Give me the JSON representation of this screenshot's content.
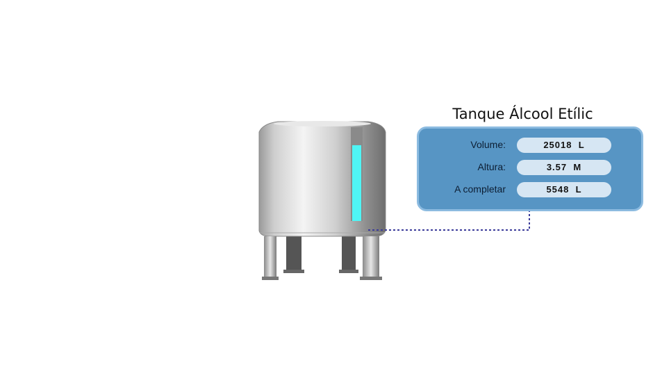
{
  "tank": {
    "title": "Tanque Álcool Etílic",
    "level_fraction": 0.82,
    "gauge_color": "#4ff5f5",
    "panel_color": "#5795c4",
    "fields": [
      {
        "label": "Volume:",
        "value": "25018  L"
      },
      {
        "label": "Altura:",
        "value": "3.57  M"
      },
      {
        "label": "A  completar",
        "value": "5548  L"
      }
    ]
  }
}
